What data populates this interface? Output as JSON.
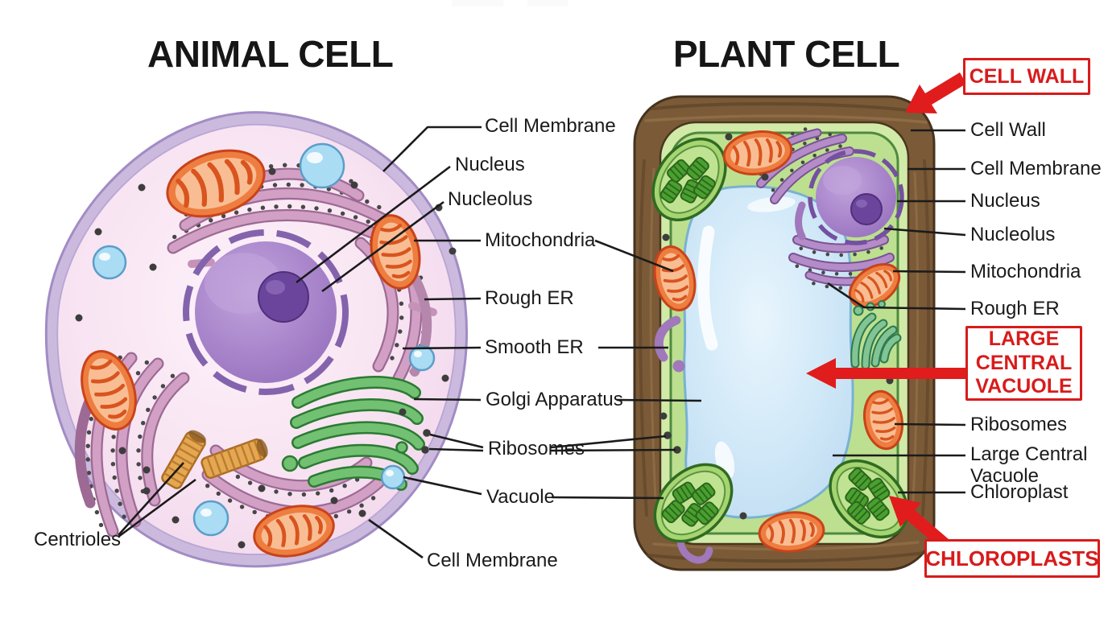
{
  "titles": {
    "animal": "ANIMAL CELL",
    "plant": "PLANT CELL"
  },
  "animal_labels": {
    "cell_membrane_top": "Cell Membrane",
    "nucleus": "Nucleus",
    "nucleolus": "Nucleolus",
    "mitochondria": "Mitochondria",
    "rough_er": "Rough ER",
    "smooth_er": "Smooth ER",
    "golgi_apparatus": "Golgi Apparatus",
    "ribosomes": "Ribosomes",
    "vacuole": "Vacuole",
    "cell_membrane_bottom": "Cell Membrane",
    "centrioles": "Centrioles"
  },
  "plant_labels": {
    "cell_wall": "Cell Wall",
    "cell_membrane": "Cell Membrane",
    "nucleus": "Nucleus",
    "nucleolus": "Nucleolus",
    "mitochondria": "Mitochondria",
    "rough_er": "Rough ER",
    "ribosomes": "Ribosomes",
    "large_central_vacuole": "Large Central Vacuole",
    "chloroplast": "Chloroplast"
  },
  "callouts": {
    "cell_wall": "CELL WALL",
    "large_central_vacuole": "LARGE CENTRAL VACUOLE",
    "chloroplasts": "CHLOROPLASTS"
  },
  "colors": {
    "callout_red": "#d81b1b",
    "arrow_red": "#e01c1c",
    "label_text": "#1a1a1a",
    "pointer_line": "#1b1b1b",
    "animal_membrane": "#ccbade",
    "animal_cytoplasm": "#f8e6f3",
    "nucleus_purple": "#a480c8",
    "nucleolus_purple": "#6b459c",
    "er_mauve": "#c593b8",
    "mitochondria_orange": "#ee7d40",
    "golgi_green": "#72c172",
    "vesicle_blue": "#aadcf4",
    "cell_wall_brown": "#7b5a38",
    "plant_cytoplasm_green": "#bce08f",
    "vacuole_blue": "#cfe7f8",
    "chloroplast_green": "#49a02f"
  }
}
